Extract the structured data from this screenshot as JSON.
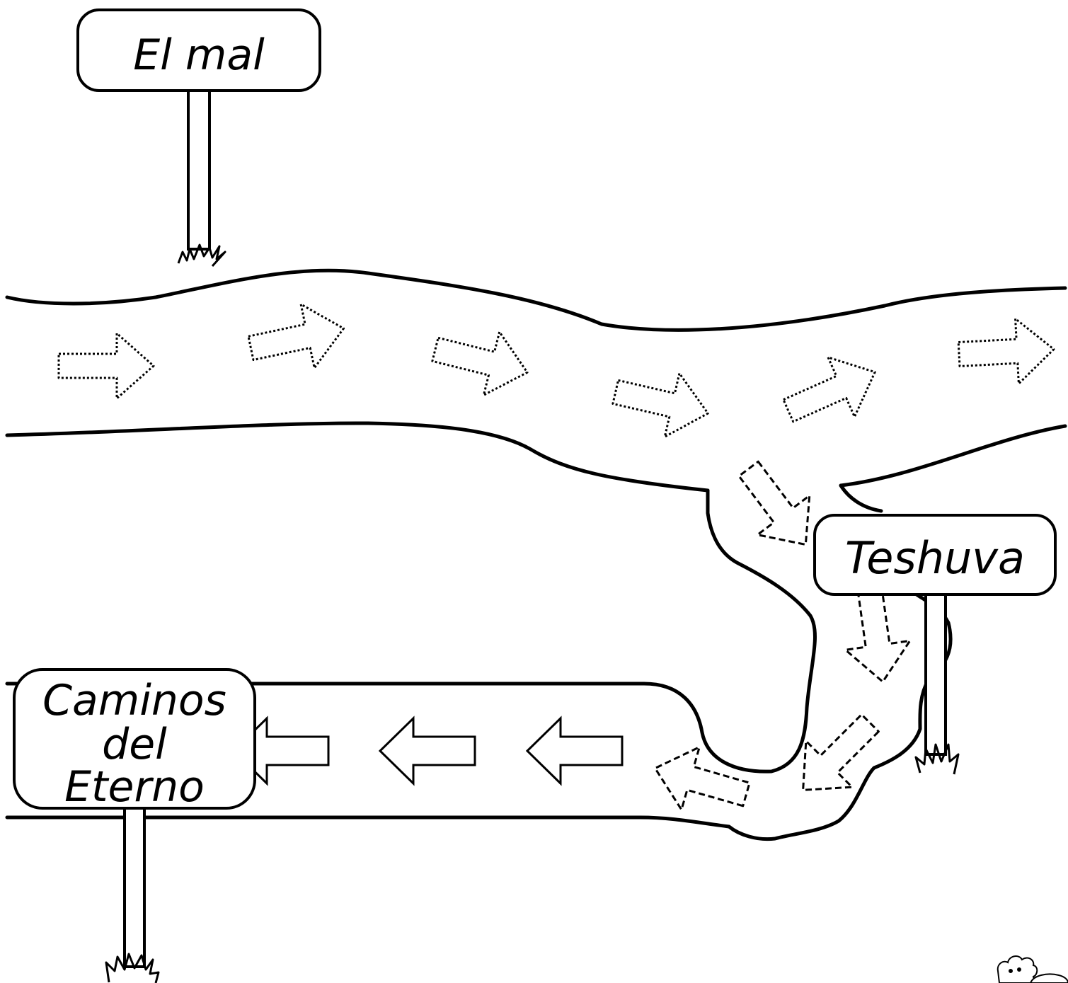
{
  "colors": {
    "ink": "#000000",
    "paper": "#ffffff"
  },
  "signs": {
    "evil": {
      "label": "El mal"
    },
    "repentance": {
      "label": "Teshuva"
    },
    "good": {
      "lines": [
        "Caminos",
        "del",
        "Eterno"
      ]
    }
  },
  "arrows": {
    "top_road": {
      "style": "dotted",
      "direction": "right",
      "count": 6
    },
    "turn_path": {
      "style": "dashed",
      "direction": "down-left",
      "count": 4
    },
    "bottom_road": {
      "style": "solid",
      "direction": "left",
      "count": 4
    }
  },
  "icons": [
    "grass-tuft-icon",
    "sheep-icon"
  ]
}
